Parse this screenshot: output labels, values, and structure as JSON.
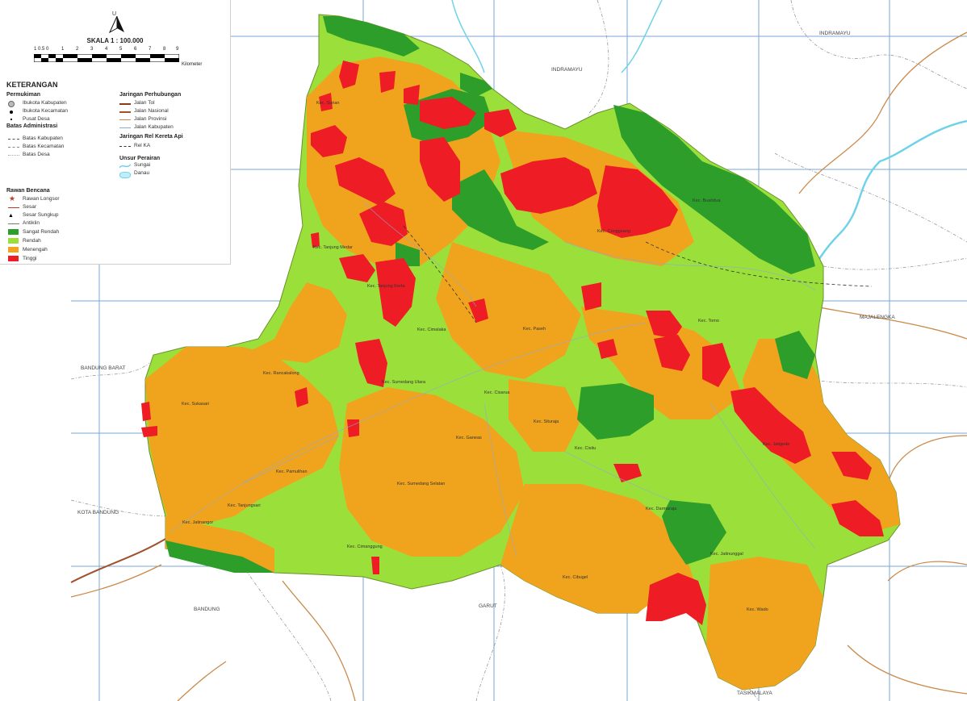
{
  "map": {
    "colors": {
      "sangat_rendah": "#2e9e2a",
      "rendah": "#9be03a",
      "menengah": "#f0a41e",
      "tinggi": "#ee1c24",
      "water": "#6fd3e8",
      "grid": "#7aa7d6",
      "jalan_nasional": "#a0522d",
      "jalan_provinsi": "#c98a4b",
      "batas": "#9a9a9a"
    },
    "neighbors": {
      "indramayu_top": "INDRAMAYU",
      "indramayu_mid": "INDRAMAYU",
      "majalengka": "MAJALENGKA",
      "bandung_barat": "BANDUNG BARAT",
      "kota_bandung": "KOTA BANDUNG",
      "bandung": "BANDUNG",
      "garut": "GARUT",
      "tasikmalaya": "TASIKMALAYA"
    },
    "districts": {
      "surian": "Kec. Surian",
      "tanjung_medar": "Kec. Tanjung Medar",
      "tanjung_kerta": "Kec. Tanjung Kerta",
      "conggeang": "Kec. Conggeang",
      "buahdua": "Kec. Buahdua",
      "cimalaka": "Kec. Cimalaka",
      "paseh": "Kec. Paseh",
      "tomo": "Kec. Tomo",
      "rancakalong": "Kec. Rancakalong",
      "sumedang_utara": "Kec. Sumedang Utara",
      "cisarua": "Kec. Cisarua",
      "sukasari": "Kec. Sukasari",
      "situraja": "Kec. Situraja",
      "ganeas": "Kec. Ganeas",
      "cisitu": "Kec. Cisitu",
      "jatigede": "Kec. Jatigede",
      "pamulihan": "Kec. Pamulihan",
      "sumedang_selatan": "Kec. Sumedang Selatan",
      "tanjungsari": "Kec. Tanjungsari",
      "darmaraja": "Kec. Darmaraja",
      "jatinangor": "Kec. Jatinangor",
      "cibugel": "Kec. Cibugel",
      "jatinunggal": "Kec. Jatinunggal",
      "cisarua2": "Kec. Cimanggung",
      "wado": "Kec. Wado"
    }
  },
  "legend": {
    "north": "U",
    "scale_title": "SKALA 1 : 100.000",
    "scale_ticks": [
      "1 0.5 0",
      "1",
      "2",
      "3",
      "4",
      "5",
      "6",
      "7",
      "8",
      "9"
    ],
    "scale_unit": "Kilometer",
    "title": "KETERANGAN",
    "permukiman": {
      "heading": "Permukiman",
      "items": [
        "Ibukota Kabupaten",
        "Ibukota Kecamatan",
        "Pusat Desa"
      ]
    },
    "batas": {
      "heading": "Batas Administrasi",
      "items": [
        "Batas Kabupaten",
        "Batas Kecamatan",
        "Batas Desa"
      ]
    },
    "jaringan": {
      "heading": "Jaringan Perhubungan",
      "items": [
        "Jalan Tol",
        "Jalan Nasional",
        "Jalan Provinsi",
        "Jalan Kabupaten"
      ]
    },
    "rel": {
      "heading": "Jaringan Rel Kereta Api",
      "items": [
        "Rel KA"
      ]
    },
    "perairan": {
      "heading": "Unsur Perairan",
      "items": [
        "Sungai",
        "Danau"
      ]
    },
    "rawan": {
      "heading": "Rawan Bencana",
      "items": [
        "Rawan Longsor",
        "Sesar",
        "Sesar Sungkup",
        "Antiklin",
        "Sangat Rendah",
        "Rendah",
        "Menengah",
        "Tinggi"
      ]
    }
  }
}
